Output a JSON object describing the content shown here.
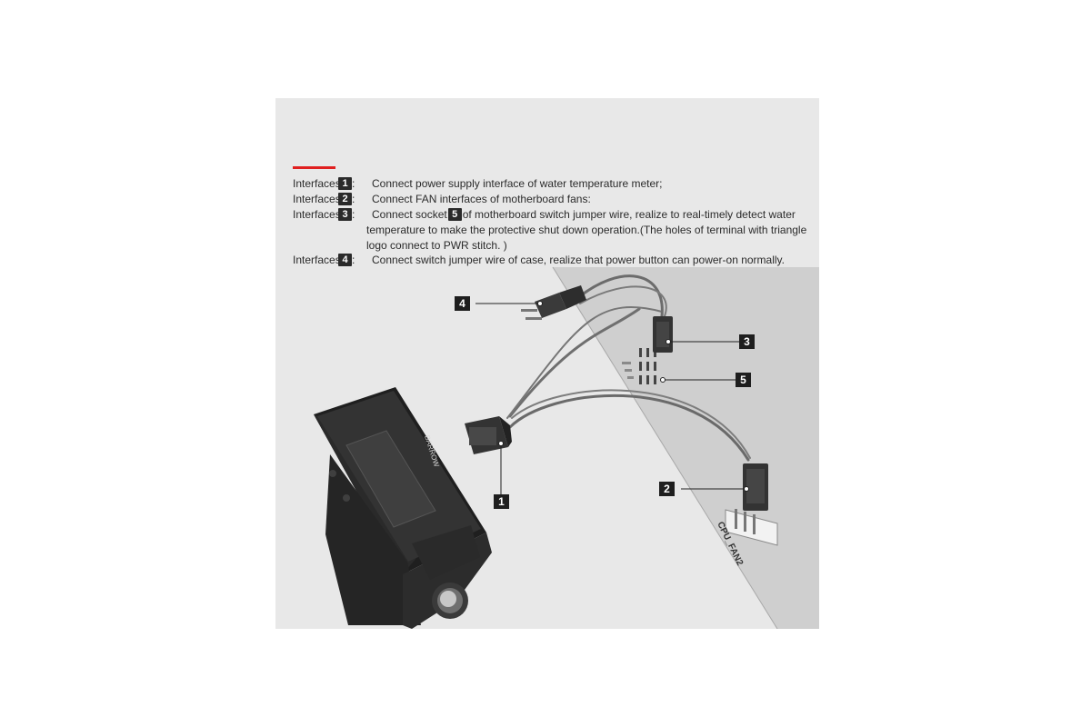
{
  "colors": {
    "accent_red": "#e02020",
    "panel_bg": "#e8e8e8",
    "board_gray": "#cfcfcf",
    "badge_bg": "#1e1e1e"
  },
  "interfaces": [
    {
      "label": "Interfaces",
      "num": "1",
      "colon": ":",
      "text": "Connect power supply interface of water temperature meter;"
    },
    {
      "label": "Interfaces",
      "num": "2",
      "colon": ":",
      "text": "Connect FAN interfaces of motherboard fans:"
    },
    {
      "label": "Interfaces",
      "num": "3",
      "colon": ":",
      "text_a": "Connect socket",
      "inline_num": "5",
      "text_b": "of motherboard switch jumper wire, realize to real-timely detect water",
      "cont1": "temperature to make the protective shut down operation.(The holes of terminal with triangle",
      "cont2": "logo connect to PWR stitch. )"
    },
    {
      "label": "Interfaces",
      "num": "4",
      "colon": ":",
      "text": "Connect switch jumper wire of case, realize that power button can power-on normally."
    }
  ],
  "callouts": {
    "c1": "1",
    "c2": "2",
    "c3": "3",
    "c4": "4",
    "c5": "5"
  },
  "board": {
    "header_label": "CPU_FAN2"
  },
  "device": {
    "brand_text": "BARROW"
  }
}
